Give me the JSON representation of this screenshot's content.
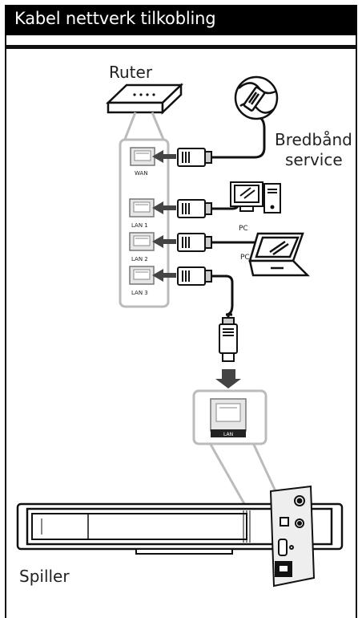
{
  "header": {
    "title": "Kabel nettverk tilkobling"
  },
  "diagram": {
    "router_label": "Ruter",
    "broadband_label_1": "Bredbånd",
    "broadband_label_2": "service",
    "ports": [
      "WAN",
      "LAN 1",
      "LAN 2",
      "LAN 3"
    ],
    "pc_label_1": "PC",
    "pc_label_2": "PC",
    "lan_port_label": "LAN",
    "player_label": "Spiller"
  }
}
